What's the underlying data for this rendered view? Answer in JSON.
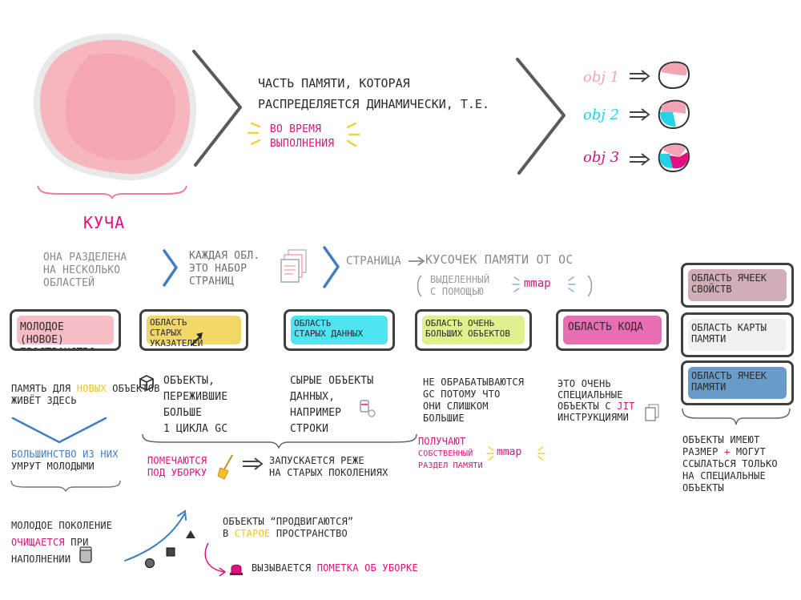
{
  "heap": {
    "label": "КУЧА",
    "definition_line1": "ЧАСТЬ ПАМЯТИ, КОТОРАЯ",
    "definition_line2": "РАСПРЕДЕЛЯЕТСЯ ДИНАМИЧЕСКИ, Т.Е.",
    "runtime_line1": "ВО ВРЕМЯ",
    "runtime_line2": "ВЫПОЛНЕНИЯ",
    "objects": [
      "obj 1",
      "obj 2",
      "obj 3"
    ],
    "colors": {
      "pink": "#f4a3b5",
      "cyan": "#22d3e6",
      "magenta": "#e0117f",
      "yellow": "#f2d23c"
    }
  },
  "division": {
    "text": [
      "ОНА РАЗДЕЛЕНА",
      "НА НЕСКОЛЬКО",
      "ОБЛАСТЕЙ"
    ],
    "area_text": [
      "КАЖДАЯ ОБЛ.",
      "ЭТО НАБОР",
      "СТРАНИЦ"
    ],
    "page_label": "СТРАНИЦА",
    "page_def": "КУСОЧЕК ПАМЯТИ ОТ ОС",
    "allocated_line1": "ВЫДЕЛЕННЫЙ",
    "allocated_line2": "С ПОМОЩЬЮ",
    "mmap": "mmap"
  },
  "regions": [
    {
      "label": "МОЛОДОЕ (НОВОЕ) ПРОСТРАНСТВО",
      "color": "#f6b1bc"
    },
    {
      "label": "ОБЛАСТЬ СТАРЫХ УКАЗАТЕЛЕЙ",
      "color": "#efd04e"
    },
    {
      "label": "ОБЛАСТЬ СТАРЫХ ДАННЫХ",
      "color": "#2fe0ee"
    },
    {
      "label": "ОБЛАСТЬ ОЧЕНЬ БОЛЬШИХ ОБЪЕКТОВ",
      "color": "#d9ef7a"
    },
    {
      "label": "ОБЛАСТЬ КОДА",
      "color": "#e654a7"
    },
    {
      "label": "ОБЛАСТЬ ЯЧЕЕК СВОЙСТВ",
      "color": "#c9a0a8"
    },
    {
      "label": "ОБЛАСТЬ КАРТЫ ПАМЯТИ",
      "color": "#eceeee"
    },
    {
      "label": "ОБЛАСТЬ ЯЧЕЕК ПАМЯТИ",
      "color": "#4f89c0"
    }
  ],
  "notes": {
    "young_1_pre": "ПАМЯТЬ ДЛЯ",
    "young_1_hl": "НОВЫХ",
    "young_1_post": "ОБЪЕКТОВ",
    "young_2": "ЖИВЁТ ЗДЕСЬ",
    "majority_1": "БОЛЬШИНСТВО ИЗ НИХ",
    "majority_2": "УМРУТ МОЛОДЫМИ",
    "old_ptr": [
      "ОБЪЕКТЫ,",
      "ПЕРЕЖИВШИЕ",
      "БОЛЬШЕ",
      "1 ЦИКЛА GC"
    ],
    "old_data": [
      "СЫРЫЕ ОБЪЕКТЫ",
      "ДАННЫХ,",
      "НАПРИМЕР",
      "СТРОКИ"
    ],
    "large": [
      "НЕ ОБРАБАТЫВАЮТСЯ",
      "GC ПОТОМУ ЧТО",
      "ОНИ СЛИШКОМ",
      "БОЛЬШИЕ"
    ],
    "large_own_1": "ПОЛУЧАЮТ",
    "large_own_2": "СОБСТВЕННЫЙ",
    "large_own_3": "РАЗДЕЛ ПАМЯТИ",
    "large_mmap": "mmap",
    "code": [
      "ЭТО ОЧЕНЬ",
      "СПЕЦИАЛЬНЫЕ",
      "ОБЪЕКТЫ С"
    ],
    "code_jit": "JIT",
    "code_last": "ИНСТРУКЦИЯМИ",
    "cells_1": "ОБЪЕКТЫ ИМЕЮТ",
    "cells_2_pre": "РАЗМЕР",
    "cells_plus": "+",
    "cells_2_post": "МОГУТ",
    "cells_3": "ССЫЛАТЬСЯ ТОЛЬКО",
    "cells_4": "НА СПЕЦИАЛЬНЫЕ",
    "cells_5": "ОБЪЕКТЫ",
    "mark_1": "ПОМЕЧАЮТСЯ",
    "mark_2": "ПОД УБОРКУ",
    "rarely_1": "ЗАПУСКАЕТСЯ РЕЖЕ",
    "rarely_2": "НА СТАРЫХ ПОКОЛЕНИЯХ",
    "young_gen_1": "МОЛОДОЕ ПОКОЛЕНИЕ",
    "young_gen_2_hl": "ОЧИЩАЕТСЯ",
    "young_gen_2_post": "ПРИ",
    "young_gen_3": "НАПОЛНЕНИИ",
    "promoted_1": "ОБЪЕКТЫ “ПРОДВИГАЮТСЯ”",
    "promoted_2_pre": "В",
    "promoted_2_hl": "СТАРОЕ",
    "promoted_2_post": "ПРОСТРАНСТВО",
    "invoke_pre": "ВЫЗЫВАЕТСЯ",
    "invoke_hl": "ПОМЕТКА ОБ УБОРКЕ"
  }
}
